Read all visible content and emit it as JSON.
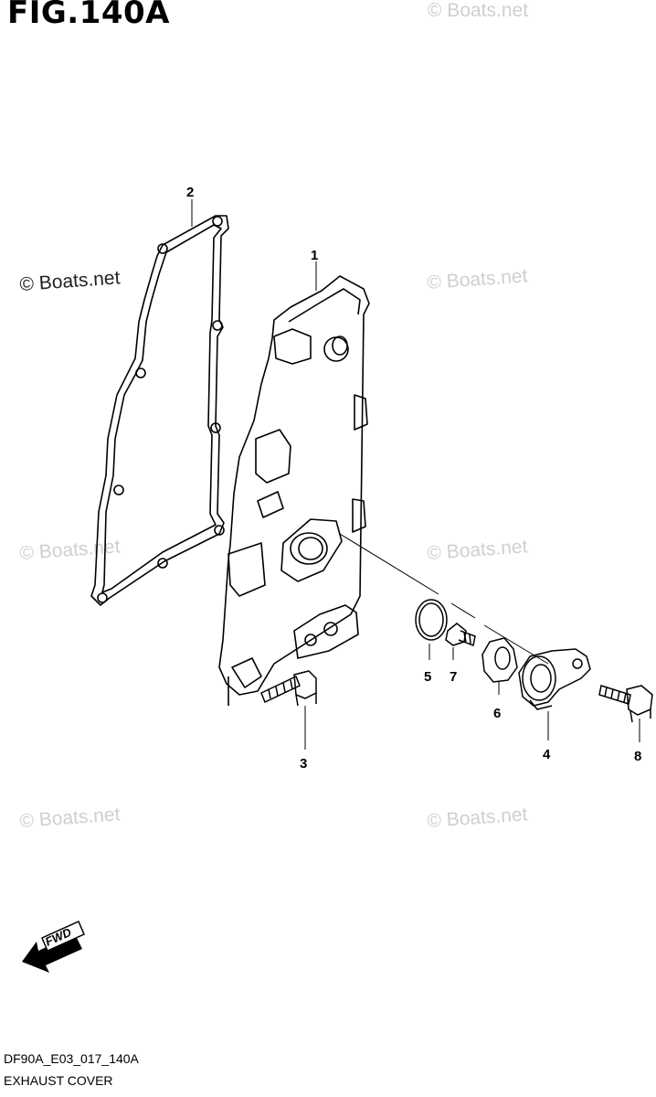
{
  "figure": {
    "title": "FIG.140A"
  },
  "watermark": "© Boats.net",
  "callouts": [
    "1",
    "2",
    "3",
    "4",
    "5",
    "6",
    "7",
    "8"
  ],
  "direction_arrow": {
    "label": "FWD"
  },
  "footer": {
    "model_code": "DF90A_E03_017_140A",
    "part_title": "EXHAUST COVER"
  },
  "colors": {
    "line": "#000000",
    "watermark": "#cfcfcf",
    "background": "#ffffff"
  }
}
